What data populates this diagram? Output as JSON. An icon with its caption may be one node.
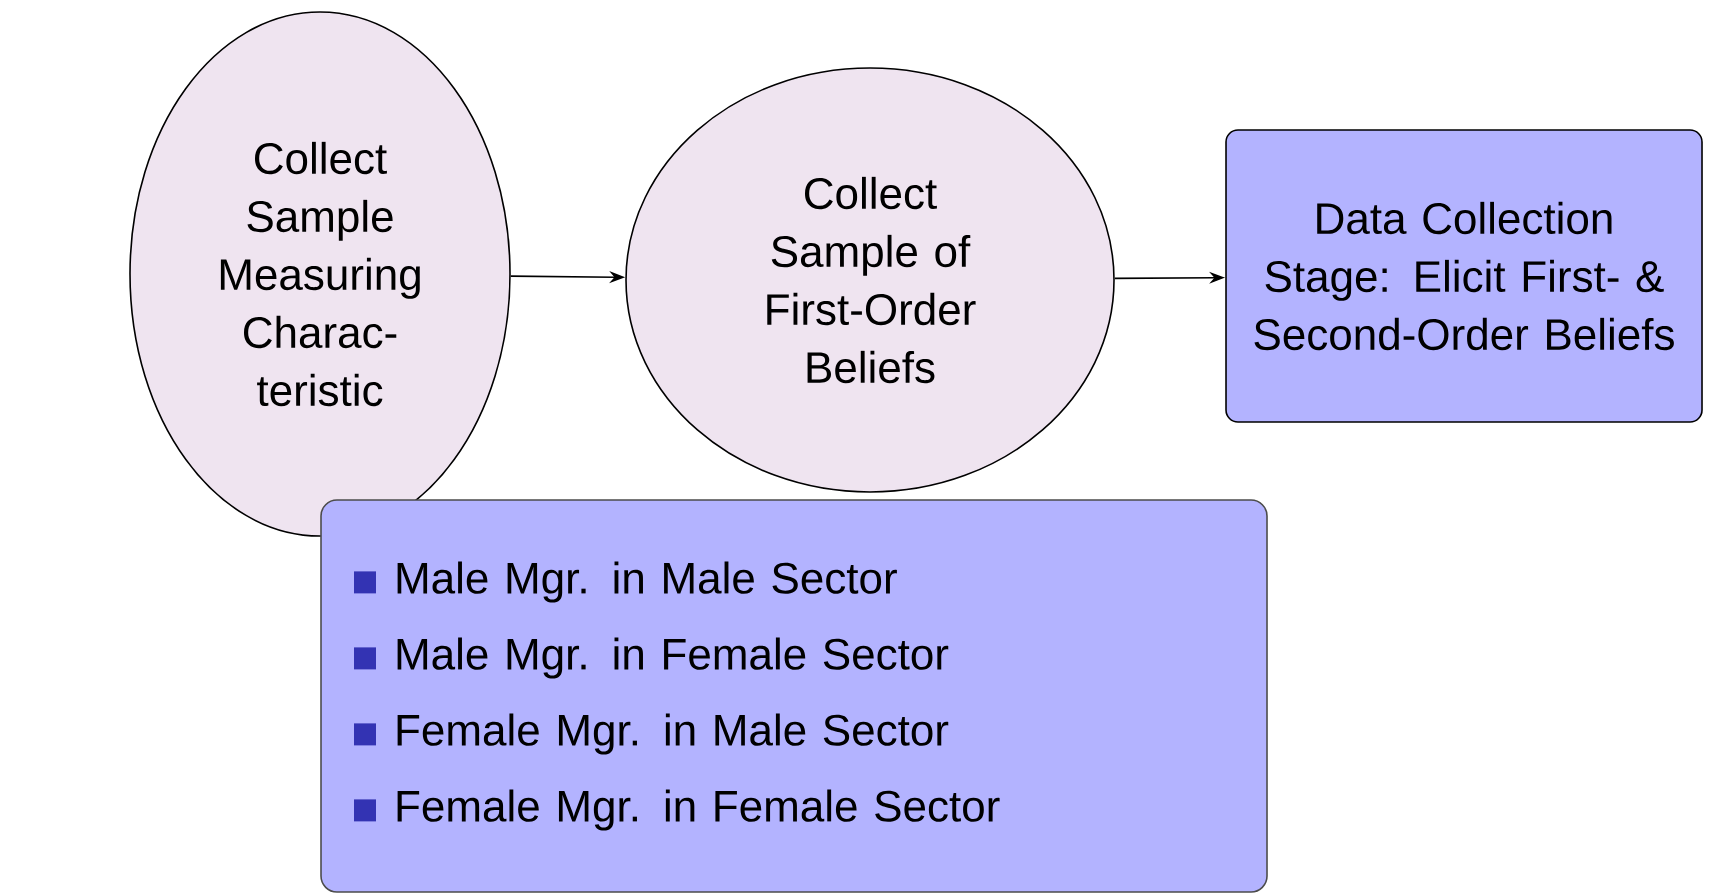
{
  "diagram": {
    "nodes": [
      {
        "text": [
          "Collect Sample Measuring Charac-teristic"
        ]
      },
      {
        "text": [
          "Collect Sample of First-Order Beliefs"
        ]
      },
      {
        "text": [
          "Data Collection Stage: Elicit First- & Second-Order Beliefs"
        ]
      },
      {
        "text": [
          "Male Mgr. in Male Sector",
          "Male Mgr. in Female Sector",
          "Female Mgr. in Male Sector",
          "Female Mgr. in Female Sector"
        ]
      }
    ],
    "edges": [
      {
        "from": 0,
        "to": 1,
        "arrow": "to"
      },
      {
        "from": 1,
        "to": 2,
        "arrow": "to"
      }
    ]
  }
}
